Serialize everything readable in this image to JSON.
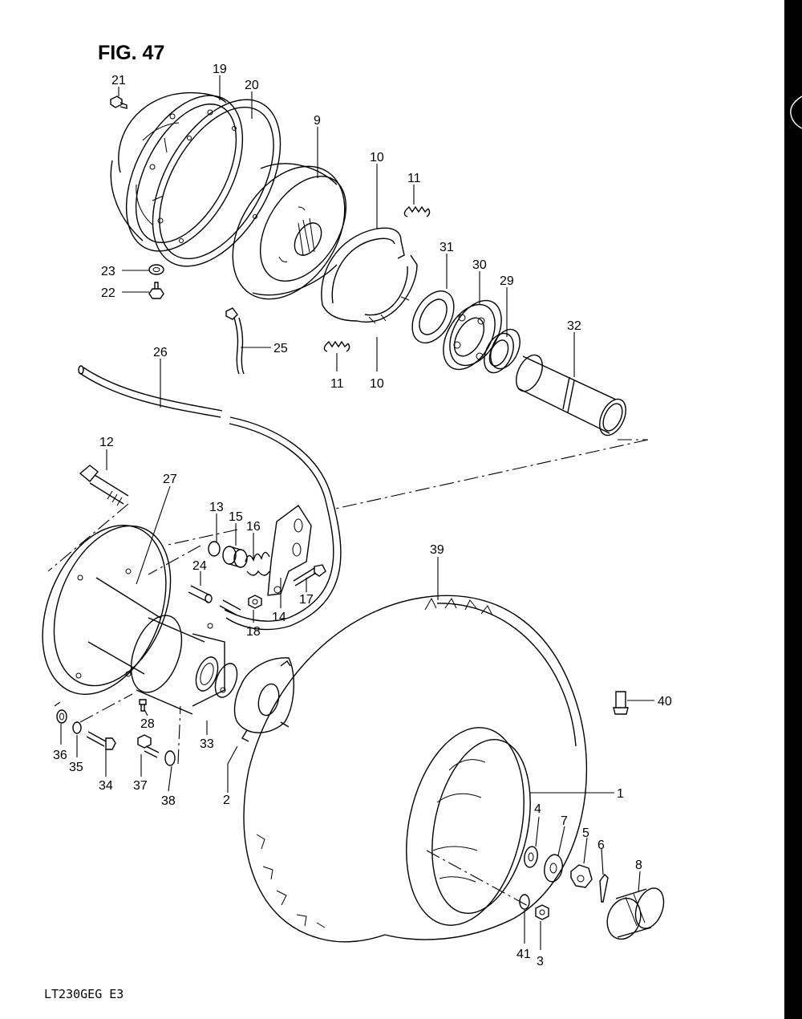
{
  "figure": {
    "title": "FIG. 47",
    "code": "LT230GEG E3"
  },
  "callouts": {
    "c1": "1",
    "c2": "2",
    "c3": "3",
    "c4": "4",
    "c5": "5",
    "c6": "6",
    "c7": "7",
    "c8": "8",
    "c9": "9",
    "c10a": "10",
    "c10b": "10",
    "c11a": "11",
    "c11b": "11",
    "c12": "12",
    "c13": "13",
    "c14": "14",
    "c15": "15",
    "c16": "16",
    "c17": "17",
    "c18": "18",
    "c19": "19",
    "c20": "20",
    "c21": "21",
    "c22": "22",
    "c23": "23",
    "c24": "24",
    "c25": "25",
    "c26": "26",
    "c27": "27",
    "c28": "28",
    "c29": "29",
    "c30": "30",
    "c31": "31",
    "c32": "32",
    "c33": "33",
    "c34": "34",
    "c35": "35",
    "c36": "36",
    "c37": "37",
    "c38": "38",
    "c39": "39",
    "c40": "40",
    "c41": "41"
  }
}
